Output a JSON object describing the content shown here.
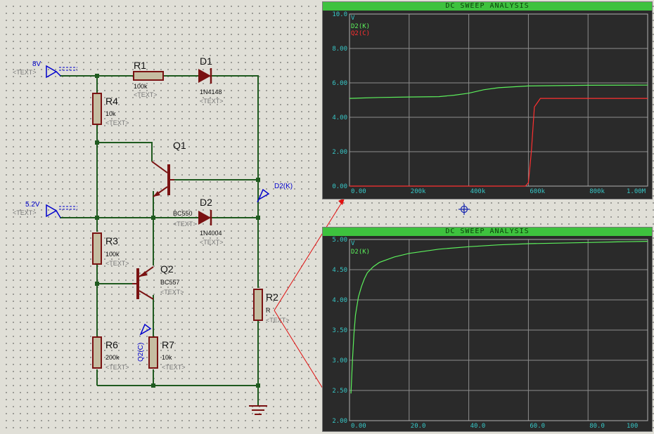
{
  "schematic": {
    "inputs": [
      {
        "voltage": "8V",
        "text": "<TEXT>"
      },
      {
        "voltage": "5.2V",
        "text": "<TEXT>"
      }
    ],
    "components": [
      {
        "id": "R1",
        "value": "100k",
        "text": "<TEXT>"
      },
      {
        "id": "D1",
        "value": "1N4148",
        "text": "<TEXT>"
      },
      {
        "id": "R4",
        "value": "10k",
        "text": "<TEXT>"
      },
      {
        "id": "Q1",
        "value": "BC550",
        "text": "<TEXT>"
      },
      {
        "id": "D2",
        "value": "1N4004",
        "text": "<TEXT>"
      },
      {
        "id": "R3",
        "value": "100k",
        "text": "<TEXT>"
      },
      {
        "id": "Q2",
        "value": "BC557",
        "text": "<TEXT>"
      },
      {
        "id": "R2",
        "value": "R",
        "text": "<TEXT>"
      },
      {
        "id": "R6",
        "value": "200k",
        "text": "<TEXT>"
      },
      {
        "id": "R7",
        "value": "10k",
        "text": "<TEXT>"
      }
    ],
    "probes": [
      "D2(K)",
      "Q2(C)"
    ],
    "colors": {
      "wire": "#1f5a1f",
      "component": "#7a1212",
      "probe": "#0000cc",
      "label": "#111111",
      "placeholder": "#777777"
    }
  },
  "chart_data": [
    {
      "type": "line",
      "title": "DC SWEEP ANALYSIS",
      "ylabel": "V",
      "xlim": [
        0,
        1000000
      ],
      "ylim": [
        0,
        10
      ],
      "x_ticks": [
        "0.00",
        "200k",
        "400k",
        "600k",
        "800k",
        "1.00M"
      ],
      "y_ticks": [
        "0.00",
        "2.00",
        "4.00",
        "6.00",
        "8.00",
        "10.0"
      ],
      "grid": true,
      "legend_position": "top-left",
      "series": [
        {
          "name": "D2(K)",
          "color": "#5cf05c",
          "x": [
            0,
            100000,
            200000,
            300000,
            350000,
            400000,
            450000,
            500000,
            600000,
            700000,
            800000,
            1000000
          ],
          "y": [
            5.1,
            5.15,
            5.18,
            5.2,
            5.28,
            5.4,
            5.6,
            5.72,
            5.82,
            5.84,
            5.86,
            5.87
          ]
        },
        {
          "name": "Q2(C)",
          "color": "#ff3030",
          "x": [
            0,
            590000,
            600000,
            610000,
            620000,
            640000,
            700000,
            800000,
            1000000
          ],
          "y": [
            0,
            0,
            0.2,
            2.0,
            4.6,
            5.1,
            5.1,
            5.1,
            5.1
          ]
        }
      ]
    },
    {
      "type": "line",
      "title": "DC SWEEP ANALYSIS",
      "ylabel": "V",
      "xlim": [
        0,
        100
      ],
      "ylim": [
        2,
        5
      ],
      "x_ticks": [
        "0.00",
        "20.0",
        "40.0",
        "60.0",
        "80.0",
        "100"
      ],
      "y_ticks": [
        "2.00",
        "2.50",
        "3.00",
        "3.50",
        "4.00",
        "4.50",
        "5.00"
      ],
      "grid": true,
      "legend_position": "top-left",
      "series": [
        {
          "name": "D2(K)",
          "color": "#5cf05c",
          "x": [
            0.5,
            1,
            1.5,
            2,
            3,
            4,
            5,
            6,
            8,
            10,
            15,
            20,
            30,
            40,
            50,
            60,
            70,
            80,
            90,
            100
          ],
          "y": [
            2.45,
            3.0,
            3.45,
            3.75,
            4.05,
            4.22,
            4.35,
            4.45,
            4.55,
            4.62,
            4.71,
            4.77,
            4.84,
            4.88,
            4.91,
            4.93,
            4.94,
            4.95,
            4.96,
            4.97
          ]
        }
      ]
    }
  ]
}
